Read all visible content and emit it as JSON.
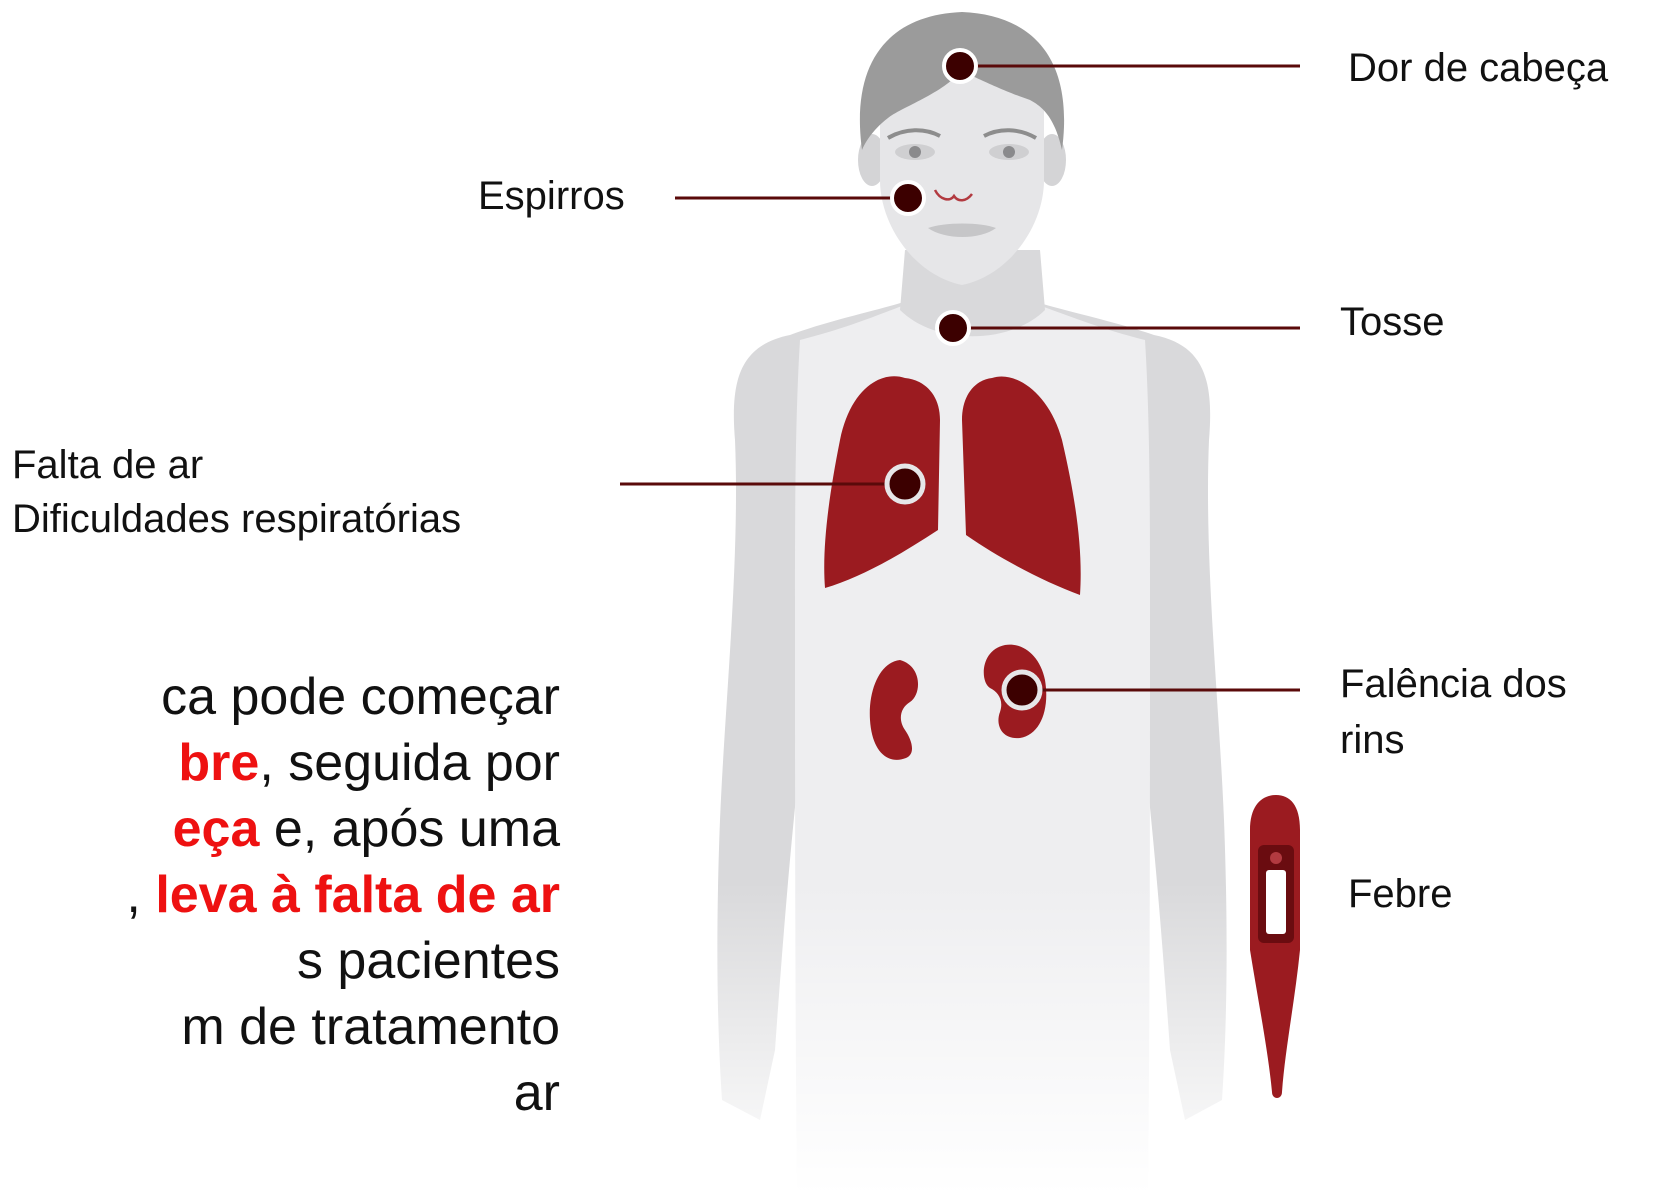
{
  "labels": {
    "headache": "Dor de cabeça",
    "sneezing": "Espirros",
    "cough": "Tosse",
    "breath_line1": "Falta de ar",
    "breath_line2": "Dificuldades respiratórias",
    "kidney_line1": "Falência dos",
    "kidney_line2": "rins",
    "fever": "Febre"
  },
  "body_text": {
    "line1": "ca pode começar",
    "line2_hl": "bre",
    "line2_rest": ", seguida por",
    "line3_hl": "eça",
    "line3_rest": " e, após uma",
    "line4_pre": ", ",
    "line4_hl": "leva à falta de ar",
    "line5": "s pacientes",
    "line6": "m de tratamento",
    "line7": "ar"
  },
  "colors": {
    "organ": "#9b1b20",
    "marker": "#3c0000",
    "line": "#5a0a0a",
    "highlight": "#ee1111",
    "skin": "#e3e3e5",
    "hair": "#9b9b9b"
  },
  "icons": [
    "human-figure",
    "lungs-icon",
    "kidneys-icon",
    "thermometer-icon"
  ]
}
